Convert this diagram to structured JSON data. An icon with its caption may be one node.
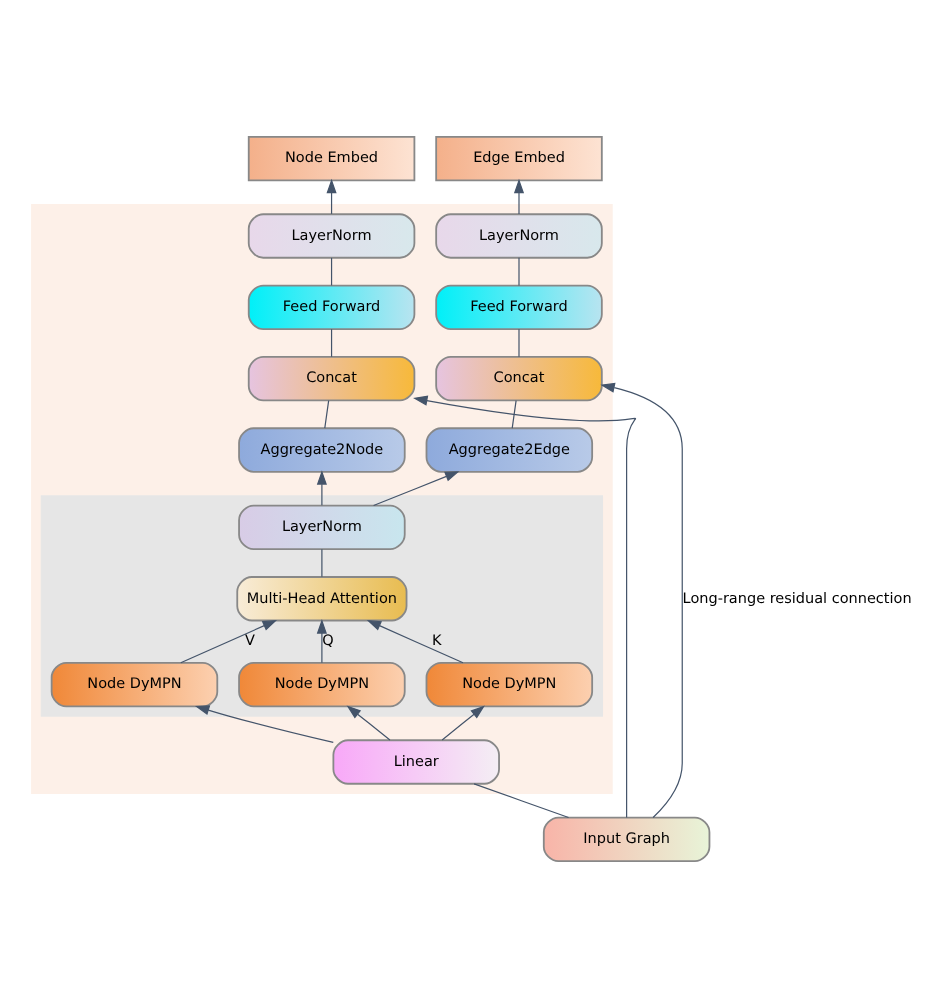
{
  "diagram": {
    "nodes": [
      {
        "text": [
          "Node Embed"
        ]
      },
      {
        "text": [
          "Edge Embed"
        ]
      },
      {
        "text": [],
        "shape": "box"
      },
      {
        "text": [
          "LayerNorm"
        ],
        "in": 2
      },
      {
        "text": [
          "Feed Forward"
        ],
        "in": 2
      },
      {
        "text": [
          "Concat"
        ],
        "in": 2
      },
      {
        "text": [
          "Aggregate2Node"
        ],
        "in": 2
      },
      {
        "text": [
          "LayerNorm"
        ],
        "in": 2
      },
      {
        "text": [
          "Feed Forward"
        ],
        "in": 2
      },
      {
        "text": [
          "Concat"
        ],
        "in": 2
      },
      {
        "text": [
          "Aggregate2Edge"
        ],
        "in": 2
      },
      {
        "text": [],
        "shape": "box",
        "in": 2
      },
      {
        "text": [
          "LayerNorm"
        ],
        "in": 11
      },
      {
        "text": [
          "Multi-Head Attention"
        ],
        "in": 11
      },
      {
        "text": [
          "Node DyMPN"
        ],
        "in": 11
      },
      {
        "text": [
          "Node DyMPN"
        ],
        "in": 11
      },
      {
        "text": [
          "Node DyMPN"
        ],
        "in": 11
      },
      {
        "text": [
          "Linear"
        ],
        "in": 2
      },
      {
        "text": [
          "Input Graph"
        ]
      }
    ],
    "edges": [
      {
        "from": 18,
        "to": 17,
        "arrow": "none"
      },
      {
        "from": 17,
        "to": 14,
        "arrow": "to"
      },
      {
        "from": 17,
        "to": 15,
        "arrow": "to"
      },
      {
        "from": 17,
        "to": 16,
        "arrow": "to"
      },
      {
        "from": 14,
        "to": 13,
        "arrow": "to",
        "label": "Q"
      },
      {
        "from": 15,
        "to": 13,
        "arrow": "to",
        "label": "K"
      },
      {
        "from": 16,
        "to": 13,
        "arrow": "to",
        "label": "V"
      },
      {
        "from": 13,
        "to": 12,
        "arrow": "none"
      },
      {
        "from": 12,
        "to": 6,
        "arrow": "to"
      },
      {
        "from": 12,
        "to": 10,
        "arrow": "to"
      },
      {
        "from": 6,
        "to": 5,
        "arrow": "none"
      },
      {
        "from": 5,
        "to": 4,
        "arrow": "none"
      },
      {
        "from": 4,
        "to": 3,
        "arrow": "none"
      },
      {
        "from": 3,
        "to": 0,
        "arrow": "to"
      },
      {
        "from": 10,
        "to": 9,
        "arrow": "none"
      },
      {
        "from": 9,
        "to": 8,
        "arrow": "none"
      },
      {
        "from": 8,
        "to": 7,
        "arrow": "none"
      },
      {
        "from": 7,
        "to": 1,
        "arrow": "to"
      },
      {
        "from": 18,
        "to": 5,
        "arrow": "to"
      },
      {
        "from": 18,
        "to": 9,
        "arrow": "to",
        "label": "Long-range residual connection"
      }
    ]
  }
}
